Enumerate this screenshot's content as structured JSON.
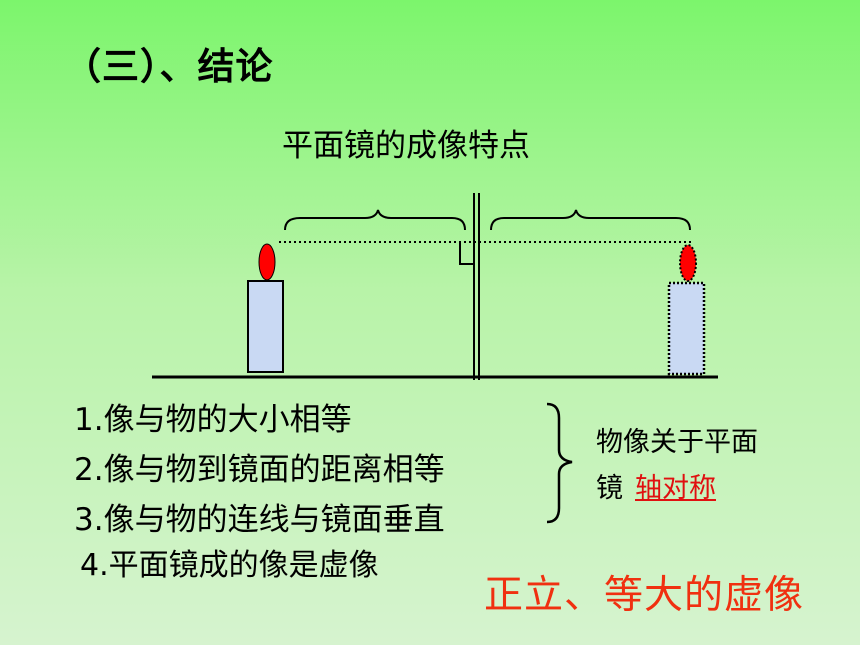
{
  "slide": {
    "section_title": "（三）、结论",
    "diagram_title": "平面镜的成像特点",
    "points": [
      "1.像与物的大小相等",
      "2.像与物到镜面的距离相等",
      "3.像与物的连线与镜面垂直",
      "4.平面镜成的像是虚像"
    ],
    "symmetry": {
      "line1": "物像关于平面",
      "line2_prefix": "镜",
      "key_term": "轴对称"
    },
    "conclusion": "正立、等大的虚像"
  },
  "colors": {
    "flame": "#ff0000",
    "candle_body": "#c9d9f3",
    "highlight": "#e01010",
    "conclusion": "#f03010"
  }
}
